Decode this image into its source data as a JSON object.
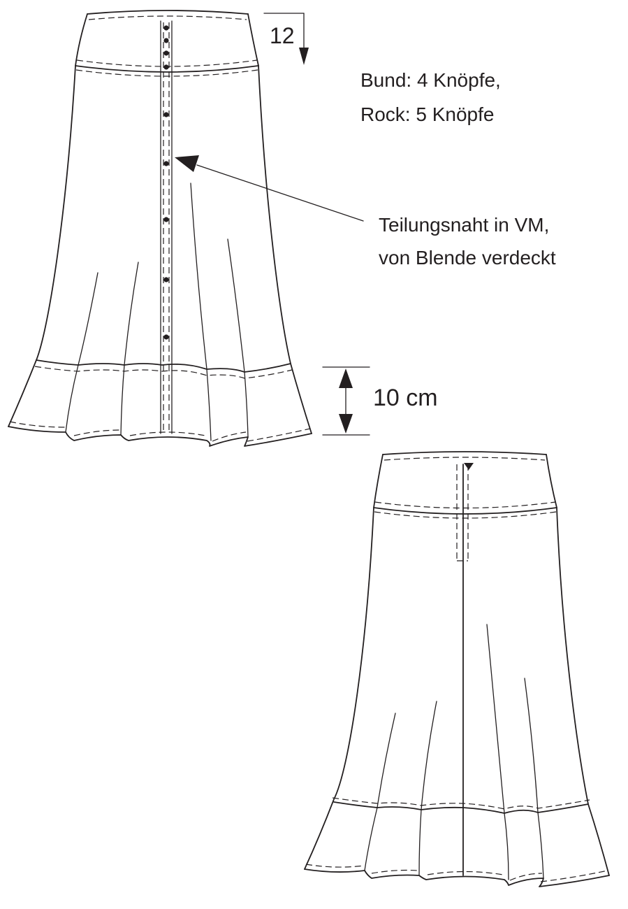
{
  "annotations": {
    "measure_top": "12",
    "buttons_line1": "Bund: 4 Knöpfe,",
    "buttons_line2": "Rock: 5 Knöpfe",
    "seam_line1": "Teilungsnaht in VM,",
    "seam_line2": "von Blende verdeckt",
    "measure_hem": "10 cm"
  },
  "details": {
    "waistband_buttons": 4,
    "skirt_buttons": 5
  },
  "colors": {
    "ink": "#231f20",
    "paper": "#ffffff"
  }
}
